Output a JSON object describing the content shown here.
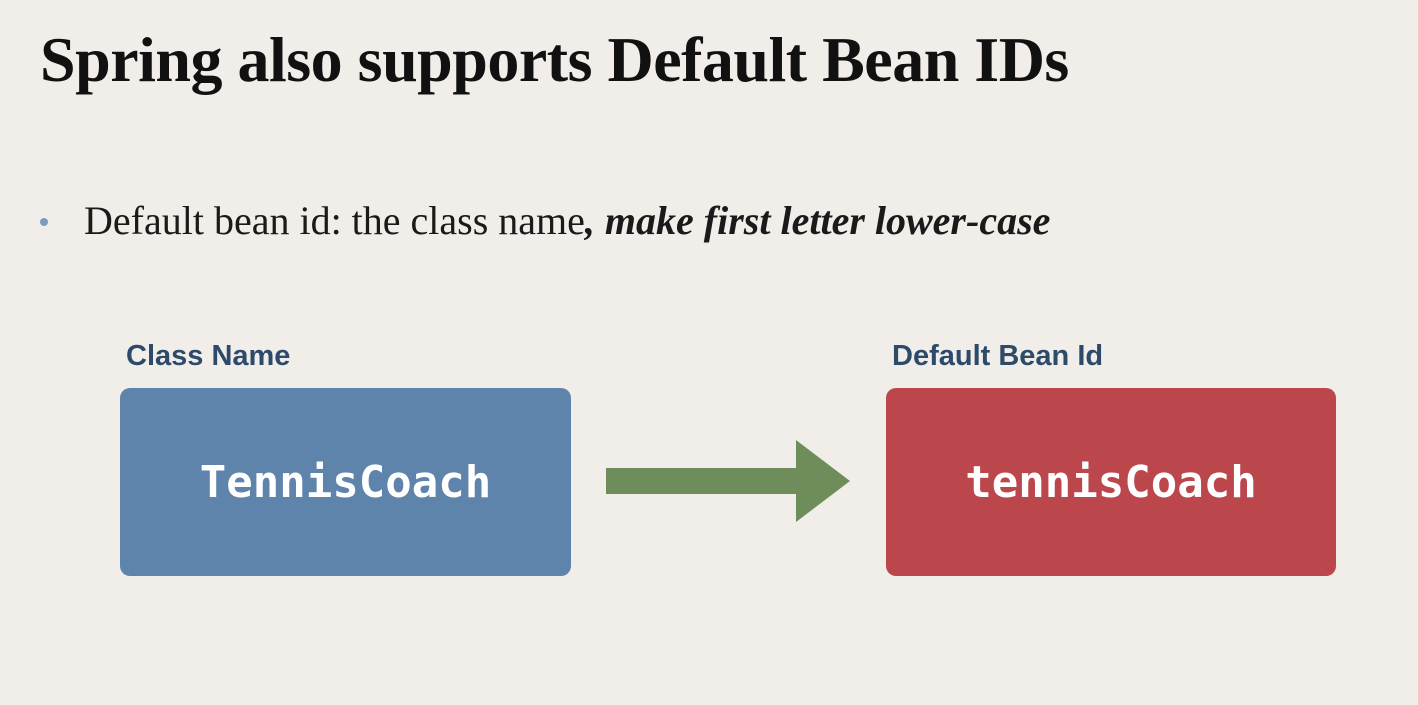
{
  "slide": {
    "title": "Spring also supports Default Bean IDs",
    "bullet": {
      "text": "Default bean id:  the class name",
      "emphasis": ", make first letter lower-case"
    }
  },
  "diagram": {
    "source": {
      "label": "Class Name",
      "value": "TennisCoach",
      "color": "#5f84ac"
    },
    "target": {
      "label": "Default Bean Id",
      "value": "tennisCoach",
      "color": "#bb474c"
    },
    "arrow_color": "#6f8d5a"
  }
}
